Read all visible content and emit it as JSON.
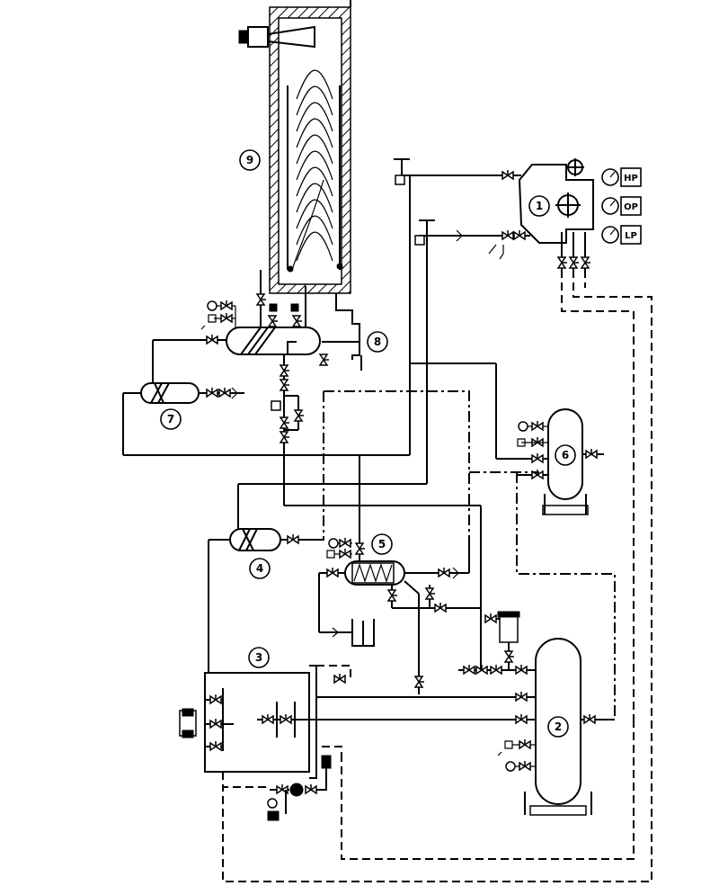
{
  "equipment_tags": {
    "tag_1": "1",
    "tag_2": "2",
    "tag_3": "3",
    "tag_4": "4",
    "tag_5": "5",
    "tag_6": "6",
    "tag_7": "7",
    "tag_8": "8",
    "tag_9": "9"
  },
  "instrument_labels": {
    "hp": "HP",
    "op": "OP",
    "lp": "LP"
  }
}
